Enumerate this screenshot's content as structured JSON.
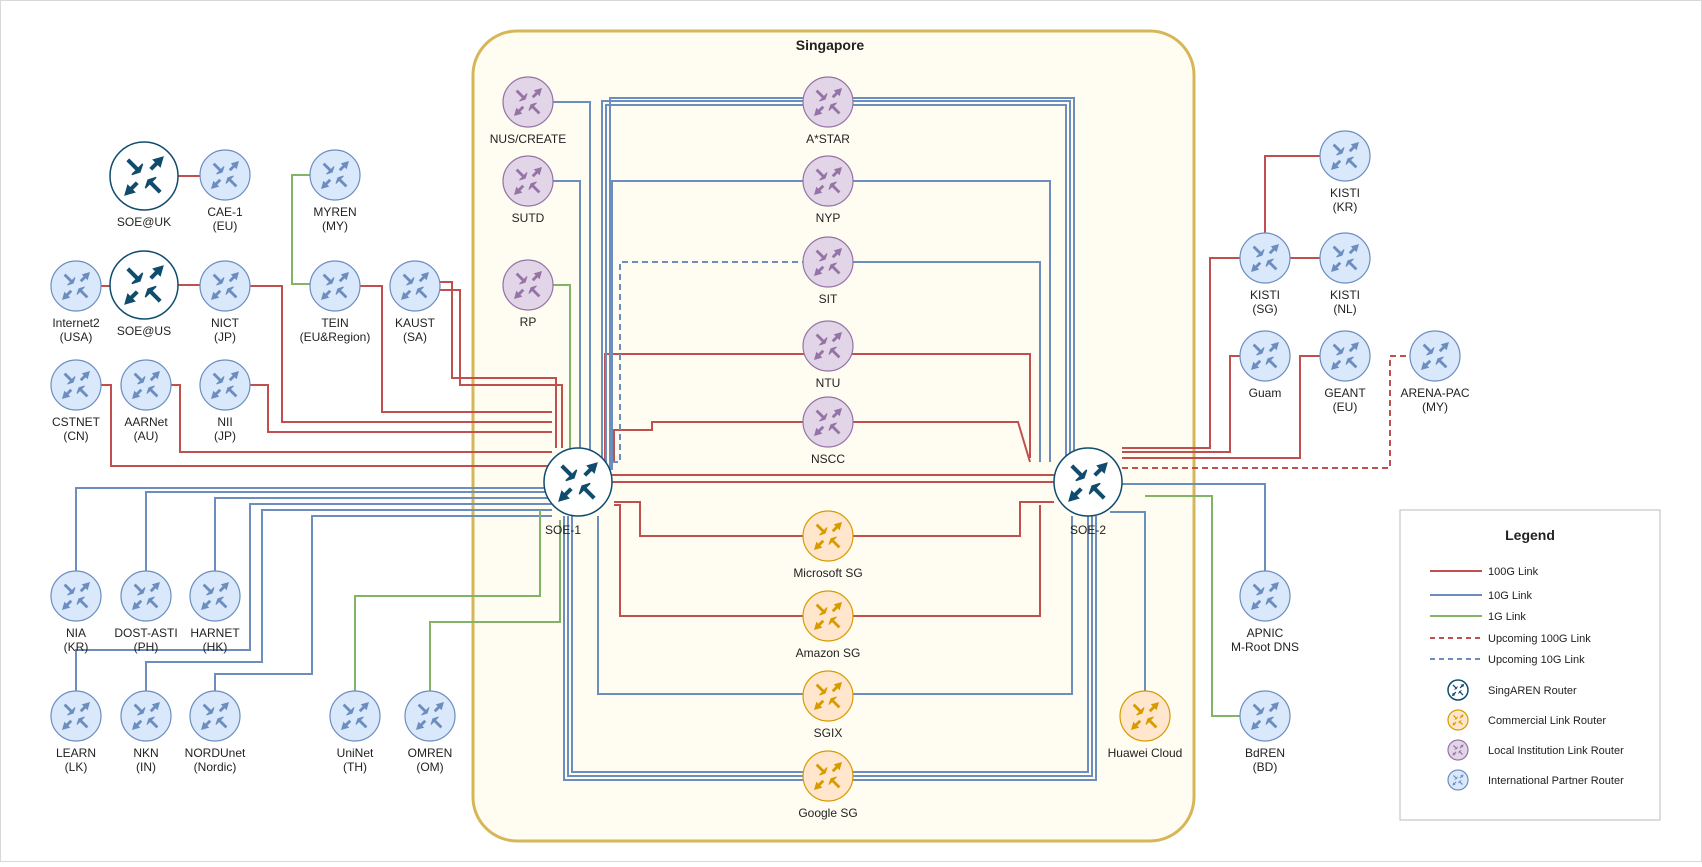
{
  "region": {
    "title": "Singapore"
  },
  "colors": {
    "link_100g": "#c0504d",
    "link_10g": "#6c8ebf",
    "link_1g": "#82b366",
    "singaren_fill": "#ffffff",
    "singaren_stroke": "#0f4c6e",
    "singaren_arrow": "#0f4c6e",
    "commercial_fill": "#ffe6cc",
    "commercial_stroke": "#d79b00",
    "institution_fill": "#e1d5e7",
    "institution_stroke": "#9673a6",
    "international_fill": "#dae8fc",
    "international_stroke": "#6c8ebf",
    "region_fill": "#fffdf2",
    "region_stroke": "#d6b656"
  },
  "nodes": {
    "soe_uk": {
      "lines": [
        "SOE@UK"
      ]
    },
    "soe_us": {
      "lines": [
        "SOE@US"
      ]
    },
    "cae1": {
      "lines": [
        "CAE-1",
        "(EU)"
      ]
    },
    "myren": {
      "lines": [
        "MYREN",
        "(MY)"
      ]
    },
    "internet2": {
      "lines": [
        "Internet2",
        "(USA)"
      ]
    },
    "nict": {
      "lines": [
        "NICT",
        "(JP)"
      ]
    },
    "tein": {
      "lines": [
        "TEIN",
        "(EU&Region)"
      ]
    },
    "kaust": {
      "lines": [
        "KAUST",
        "(SA)"
      ]
    },
    "cstnet": {
      "lines": [
        "CSTNET",
        "(CN)"
      ]
    },
    "aarnet": {
      "lines": [
        "AARNet",
        "(AU)"
      ]
    },
    "nii": {
      "lines": [
        "NII",
        "(JP)"
      ]
    },
    "nia": {
      "lines": [
        "NIA",
        "(KR)"
      ]
    },
    "dost": {
      "lines": [
        "DOST-ASTI",
        "(PH)"
      ]
    },
    "harnet": {
      "lines": [
        "HARNET",
        "(HK)"
      ]
    },
    "learn": {
      "lines": [
        "LEARN",
        "(LK)"
      ]
    },
    "nkn": {
      "lines": [
        "NKN",
        "(IN)"
      ]
    },
    "nordunet": {
      "lines": [
        "NORDUnet",
        "(Nordic)"
      ]
    },
    "uninet": {
      "lines": [
        "UniNet",
        "(TH)"
      ]
    },
    "omren": {
      "lines": [
        "OMREN",
        "(OM)"
      ]
    },
    "nus": {
      "lines": [
        "NUS/CREATE"
      ]
    },
    "sutd": {
      "lines": [
        "SUTD"
      ]
    },
    "rp": {
      "lines": [
        "RP"
      ]
    },
    "astar": {
      "lines": [
        "A*STAR"
      ]
    },
    "nyp": {
      "lines": [
        "NYP"
      ]
    },
    "sit": {
      "lines": [
        "SIT"
      ]
    },
    "ntu": {
      "lines": [
        "NTU"
      ]
    },
    "nscc": {
      "lines": [
        "NSCC"
      ]
    },
    "soe1": {
      "lines": [
        "SOE-1"
      ]
    },
    "soe2": {
      "lines": [
        "SOE-2"
      ]
    },
    "microsoft": {
      "lines": [
        "Microsoft SG"
      ]
    },
    "amazon": {
      "lines": [
        "Amazon SG"
      ]
    },
    "sgix": {
      "lines": [
        "SGIX"
      ]
    },
    "google": {
      "lines": [
        "Google SG"
      ]
    },
    "huawei": {
      "lines": [
        "Huawei Cloud"
      ]
    },
    "kisti_kr": {
      "lines": [
        "KISTI",
        "(KR)"
      ]
    },
    "kisti_sg": {
      "lines": [
        "KISTI",
        "(SG)"
      ]
    },
    "kisti_nl": {
      "lines": [
        "KISTI",
        "(NL)"
      ]
    },
    "guam": {
      "lines": [
        "Guam"
      ]
    },
    "geant": {
      "lines": [
        "GEANT",
        "(EU)"
      ]
    },
    "arena": {
      "lines": [
        "ARENA-PAC",
        "(MY)"
      ]
    },
    "apnic": {
      "lines": [
        "APNIC",
        "M-Root DNS"
      ]
    },
    "bdren": {
      "lines": [
        "BdREN",
        "(BD)"
      ]
    }
  },
  "legend": {
    "title": "Legend",
    "items": [
      {
        "label": "100G Link"
      },
      {
        "label": "10G Link"
      },
      {
        "label": "1G Link"
      },
      {
        "label": "Upcoming 100G Link"
      },
      {
        "label": "Upcoming 10G Link"
      },
      {
        "label": "SingAREN Router"
      },
      {
        "label": "Commercial Link Router"
      },
      {
        "label": "Local Institution Link Router"
      },
      {
        "label": "International Partner Router"
      }
    ]
  }
}
